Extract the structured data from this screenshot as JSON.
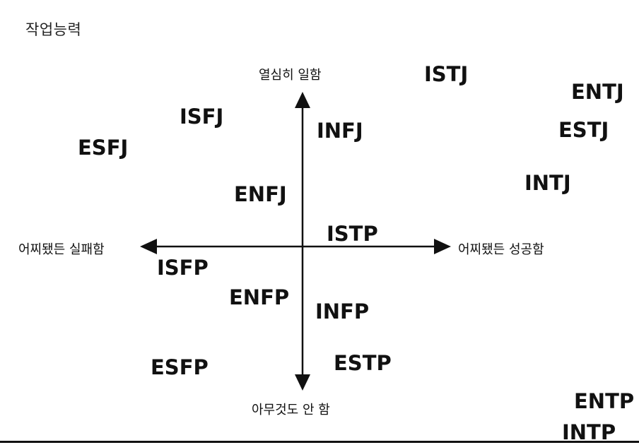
{
  "page_title": "작업능력",
  "axes": {
    "top": "열심히 일함",
    "bottom": "아무것도 안 함",
    "left": "어찌됐든 실패함",
    "right": "어찌됐든 성공함"
  },
  "types": {
    "istj": "ISTJ",
    "entj": "ENTJ",
    "estj": "ESTJ",
    "isfj": "ISFJ",
    "infj": "INFJ",
    "esfj": "ESFJ",
    "intj": "INTJ",
    "enfj": "ENFJ",
    "istp": "ISTP",
    "isfp": "ISFP",
    "enfp": "ENFP",
    "infp": "INFP",
    "esfp": "ESFP",
    "estp": "ESTP",
    "entp": "ENTP",
    "intp": "INTP"
  },
  "colors": {
    "ink": "#111111",
    "background": "#ffffff"
  }
}
